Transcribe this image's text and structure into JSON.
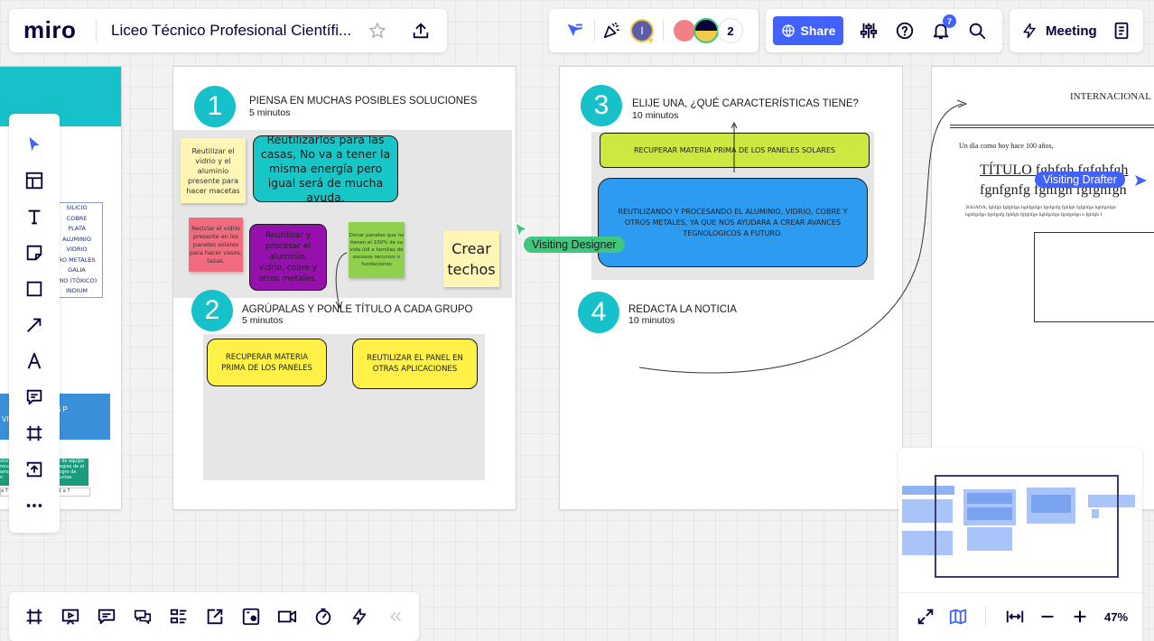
{
  "topbar": {
    "logo": "miro",
    "board_title": "Liceo Técnico Profesional Científi...",
    "collaborator_initial": "I",
    "collaborator_count": "2",
    "share_label": "Share",
    "notification_count": "7",
    "meeting_label": "Meeting"
  },
  "left_frame": {
    "list_items": [
      "SILICIO",
      "COBRE",
      "PLATA",
      "ALUMINIO",
      "VIDRIO",
      "RO METALES",
      "GALIA",
      "MIO (TÓXICO)",
      "INDIUM"
    ],
    "blue_box_lines": [
      "S P",
      "VID"
    ],
    "table_cells": [
      "uno nova amo n",
      "s de equipo tegias de el logro de juntas",
      "a 7",
      "1 a 7"
    ]
  },
  "frame1": {
    "step1_num": "1",
    "step1_title": "PIENSA EN MUCHAS POSIBLES SOLUCIONES",
    "step1_time": "5 minutos",
    "sticky_yellow1": "Reutilizar el vidrio y el aluminio presente para hacer macetas",
    "shape_teal": "Reutilizarlos para las casas, No va a tener la misma energía pero igual será de mucha ayuda.",
    "sticky_red": "Reciclar el vidrio presente en los paneles solares para hacer vasos, tazas.",
    "shape_purple": "Reutilizar y procesar el aluminio, vidrio, cobre y otros metales.",
    "sticky_green": "Donar paneles que no tienen el 100% de su vida útil a familias de escasos recursos o fundaciones",
    "sticky_yellow2": "Crear techos",
    "step2_num": "2",
    "step2_title": "AGRÚPALAS Y PONLE TÍTULO A CADA GRUPO",
    "step2_time": "5 minutos",
    "group1": "RECUPERAR MATERIA PRIMA DE LOS PANELES",
    "group2": "REUTILIZAR EL PANEL EN OTRAS APLICACIONES"
  },
  "frame2": {
    "step3_num": "3",
    "step3_title": "ELIJE UNA, ¿QUÉ CARACTERÍSTICAS TIENE?",
    "step3_time": "10 minutos",
    "green_box": "RECUPERAR MATERIA PRIMA DE LOS PANELES SOLARES",
    "blue_box": "REUTILIZANDO Y PROCESANDO EL ALUMINIO, VIDRIO, COBRE Y OTROS METALES, YA QUE NOS AYUDARA A CREAR AVANCES TEGNOLOGICOS A FUTURO.",
    "step4_num": "4",
    "step4_title": "REDACTA LA NOTICIA",
    "step4_time": "10 minutos"
  },
  "frame3": {
    "header": "INTERNACIONAL",
    "dateline": "Un día como hoy hace 100 años,",
    "titulo_line1": "TÍTULO  fghfgh fgfghfgh",
    "titulo_line2": "fgnfgnfg fgnfgn fgfghfgn",
    "bajada_line1": "BAJADA, fghfgh fgfghfgn hghfgnfgn fgnfgnfg fghfgh fgfghfgn hghfgnfgn",
    "bajada_line2": "hghfgnfgn fgnfgnfg fghfgh fgfghfgn hghfgnfgn fgnfgnfgn n fghfgh f"
  },
  "cursors": {
    "designer": "Visiting Designer",
    "drafter": "Visiting Drafter",
    "designer_color": "#3fc77d",
    "drafter_color": "#4262ff"
  },
  "minimap": {
    "zoom": "47%"
  },
  "colors": {
    "accent": "#4262ff",
    "teal": "#16c1c9"
  }
}
